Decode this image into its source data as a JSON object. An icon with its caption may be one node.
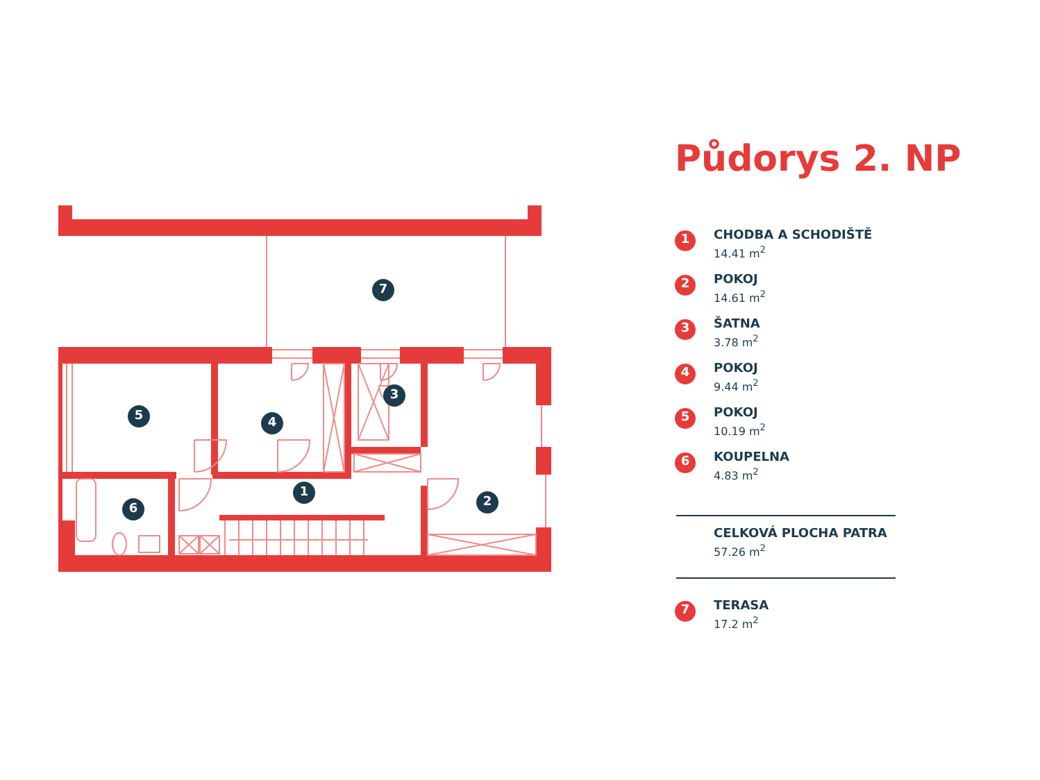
{
  "diagram": {
    "title": "Půdorys 2. NP",
    "labels": [
      "7",
      "3",
      "5",
      "4",
      "1",
      "2",
      "6",
      "1",
      "CHODBA A SCHODIŠTĚ",
      "14.41 m$^{2}$",
      "2",
      "POKOJ",
      "14.61 m$^{2}$",
      "3",
      "ŠATNA",
      "3.78 m$^{2}$",
      "4",
      "POKOJ",
      "9.44 m$^{2}$",
      "5",
      "POKOJ",
      "10.19 m$^{2}$",
      "6",
      "KOUPELNA",
      "4.83 m$^{2}$",
      "CELKOVÁ PLOCHA PATRA",
      "57.26 m$^{2}$",
      "7",
      "TERASA",
      "17.2 m$^{2}$"
    ]
  }
}
